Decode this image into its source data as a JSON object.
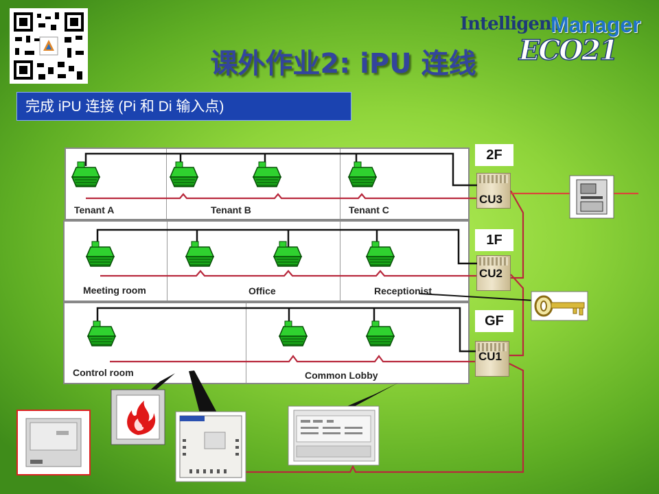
{
  "header": {
    "title": "课外作业2: iPU 连线"
  },
  "logo": {
    "line1": "Intelligent",
    "line2": "Manager",
    "line3": "ECO21"
  },
  "banner": {
    "text": "完成 iPU 连接 (Pi 和 Di 输入点)"
  },
  "floors": [
    {
      "label": "2F",
      "unit": "CU3",
      "rooms": [
        "Tenant A",
        "Tenant B",
        "Tenant C"
      ]
    },
    {
      "label": "1F",
      "unit": "CU2",
      "rooms": [
        "Meeting room",
        "Office",
        "Receptionist"
      ]
    },
    {
      "label": "GF",
      "unit": "CU1",
      "rooms": [
        "Control room",
        "Common Lobby"
      ]
    }
  ],
  "colors": {
    "wire_black": "#111111",
    "wire_red": "#b8283c",
    "banner": "#1b43b0",
    "title": "#33459c"
  }
}
